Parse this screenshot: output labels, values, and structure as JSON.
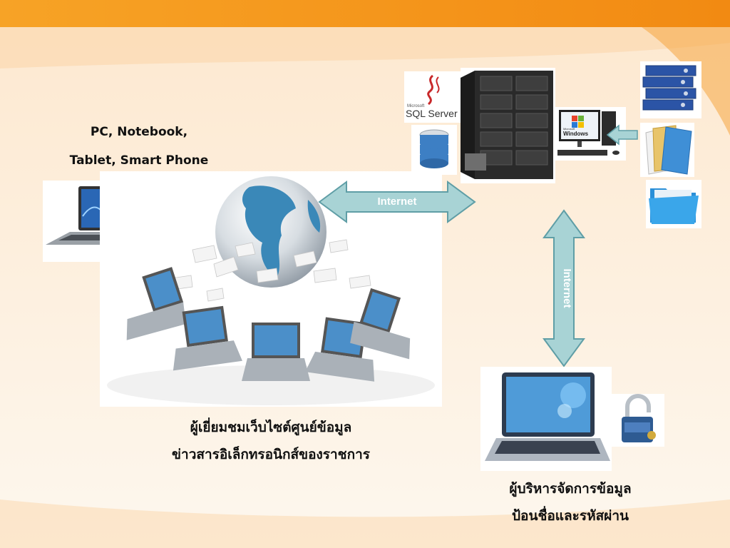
{
  "devices": {
    "line1": "PC, Notebook,",
    "line2": "Tablet, Smart Phone"
  },
  "links": {
    "horizontal": "Internet",
    "vertical": "Internet"
  },
  "server": {
    "sql_brand": "Microsoft",
    "sql_label": "SQL Server",
    "windows_brand": "Microsoft",
    "windows_label": "Windows"
  },
  "visitor": {
    "line1": "ผู้เยี่ยมชมเว็บไซต์ศูนย์ข้อมูล",
    "line2": "ข่าวสารอิเล็กทรอนิกส์ของราชการ"
  },
  "admin": {
    "line1": "ผู้บริหารจัดการข้อมูล",
    "line2": "ป้อนชื่อและรหัสผ่าน"
  },
  "colors": {
    "arrow_fill": "#a8d3d5",
    "arrow_stroke": "#5f9ea6",
    "orange": "#f59a1c",
    "globe": "#3a88b8"
  }
}
